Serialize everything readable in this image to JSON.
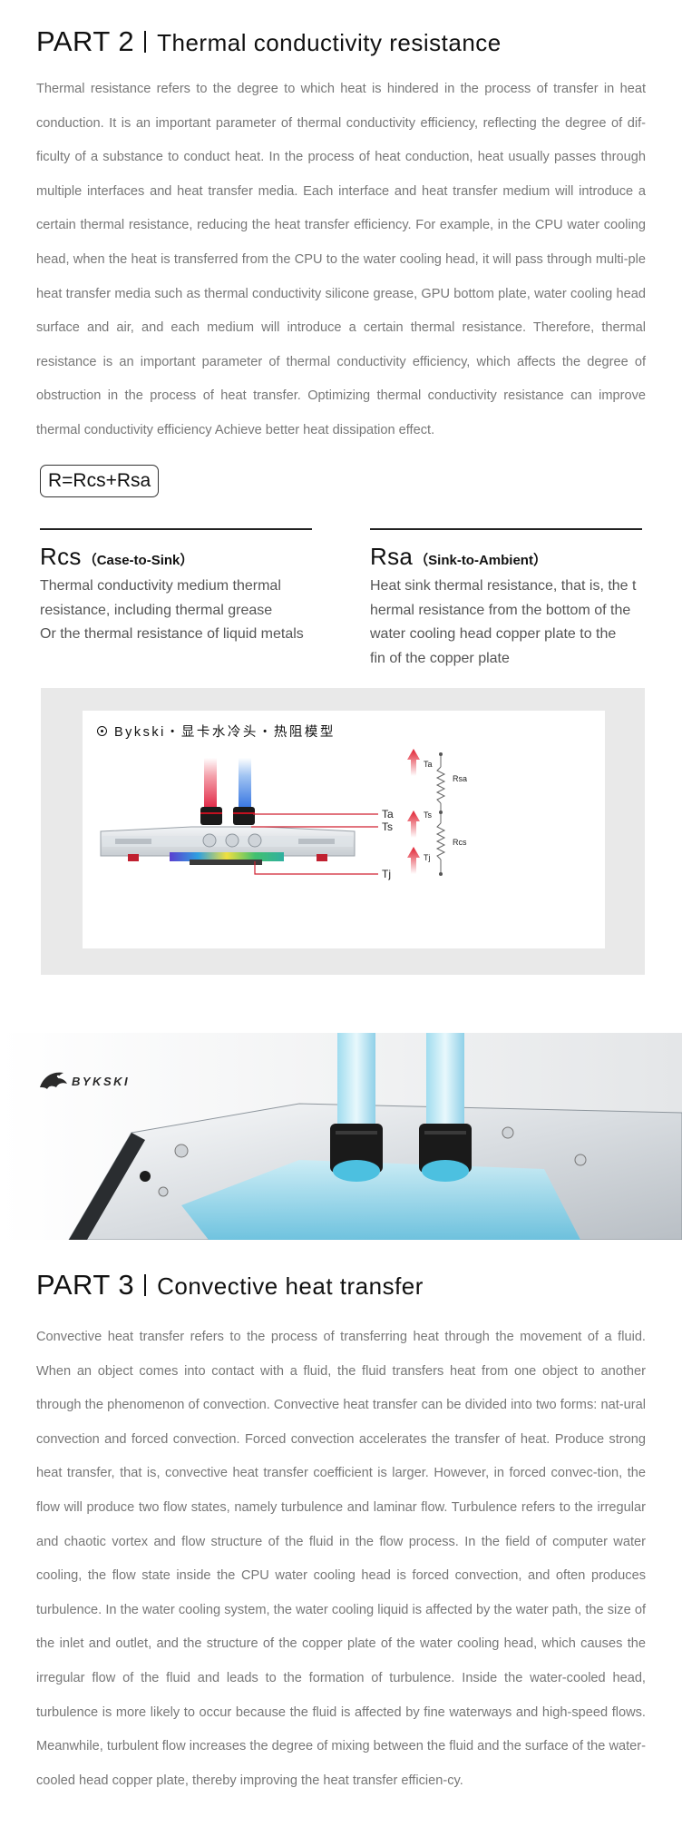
{
  "part2": {
    "number": "PART 2",
    "title": "Thermal conductivity resistance",
    "paragraph": "Thermal resistance refers to the degree to which heat is hindered in the process of transfer in heat conduction. It is an important parameter of thermal conductivity efficiency, reflecting the degree of dif-ficulty of a substance to conduct heat. In the process of heat conduction, heat usually passes through multiple interfaces and heat transfer media. Each interface and heat transfer medium will introduce a certain thermal resistance, reducing the heat transfer efficiency. For example, in the CPU water cooling head, when the heat is transferred from the CPU to the water cooling head, it will pass through multi-ple heat transfer media such as thermal conductivity silicone grease, GPU bottom plate, water cooling head surface and air, and each medium will introduce a certain thermal resistance. Therefore, thermal resistance is an important parameter of thermal conductivity efficiency, which affects the degree of obstruction in the process of heat transfer. Optimizing thermal conductivity resistance can improve thermal conductivity efficiency Achieve better heat dissipation effect."
  },
  "formula": "R=Rcs+Rsa",
  "rcs": {
    "abbr": "Rcs",
    "sub": "（Case-to-Sink）",
    "desc_lines": [
      "Thermal conductivity medium thermal",
      "resistance, including thermal grease",
      "Or the thermal resistance of liquid metals"
    ]
  },
  "rsa": {
    "abbr": "Rsa",
    "sub": "（Sink-to-Ambient）",
    "desc_lines": [
      "Heat sink thermal resistance, that is, the t",
      "hermal resistance from the bottom of the",
      "water cooling head copper plate to the",
      "fin of the copper plate"
    ]
  },
  "diagram": {
    "caption": "Bykski・显卡水冷头・热阻模型",
    "labels": {
      "ta": "Ta",
      "ts": "Ts",
      "tj": "Tj",
      "ta_small": "Ta",
      "ts_small": "Ts",
      "tj_small": "Tj",
      "rsa": "Rsa",
      "rcs": "Rcs"
    }
  },
  "brand": {
    "name": "BYKSKI"
  },
  "part3": {
    "number": "PART 3",
    "title": "Convective heat transfer",
    "paragraph": "Convective heat transfer refers to the process of transferring heat through the movement of a fluid. When an object comes into contact with a fluid, the fluid transfers heat from one object to another through the phenomenon of convection. Convective heat transfer can be divided into two forms: nat-ural convection and forced convection. Forced convection accelerates the transfer of heat. Produce strong heat transfer, that is, convective heat transfer coefficient is larger. However, in forced convec-tion, the flow will produce two flow states, namely turbulence and laminar flow. Turbulence refers to the irregular and chaotic vortex and flow structure of the fluid in the flow process. In the field of computer water cooling, the flow state inside the CPU water cooling head is forced convection, and often produces turbulence. In the water cooling system, the water cooling liquid is affected by the water path, the size of the inlet and outlet, and the structure of the copper plate of the water cooling head, which causes the irregular flow of the fluid and leads to the formation of turbulence. Inside the water-cooled head, turbulence is more likely to occur because the fluid is affected by fine waterways and high-speed flows. Meanwhile, turbulent flow increases the degree of mixing between the fluid and the surface of the water-cooled head copper plate, thereby improving the heat transfer efficien-cy."
  },
  "colors": {
    "text_body": "#777777",
    "heading": "#111111",
    "accent_red": "#e02030",
    "accent_blue": "#2f7de0",
    "panel_gray": "#e9e9e9"
  }
}
